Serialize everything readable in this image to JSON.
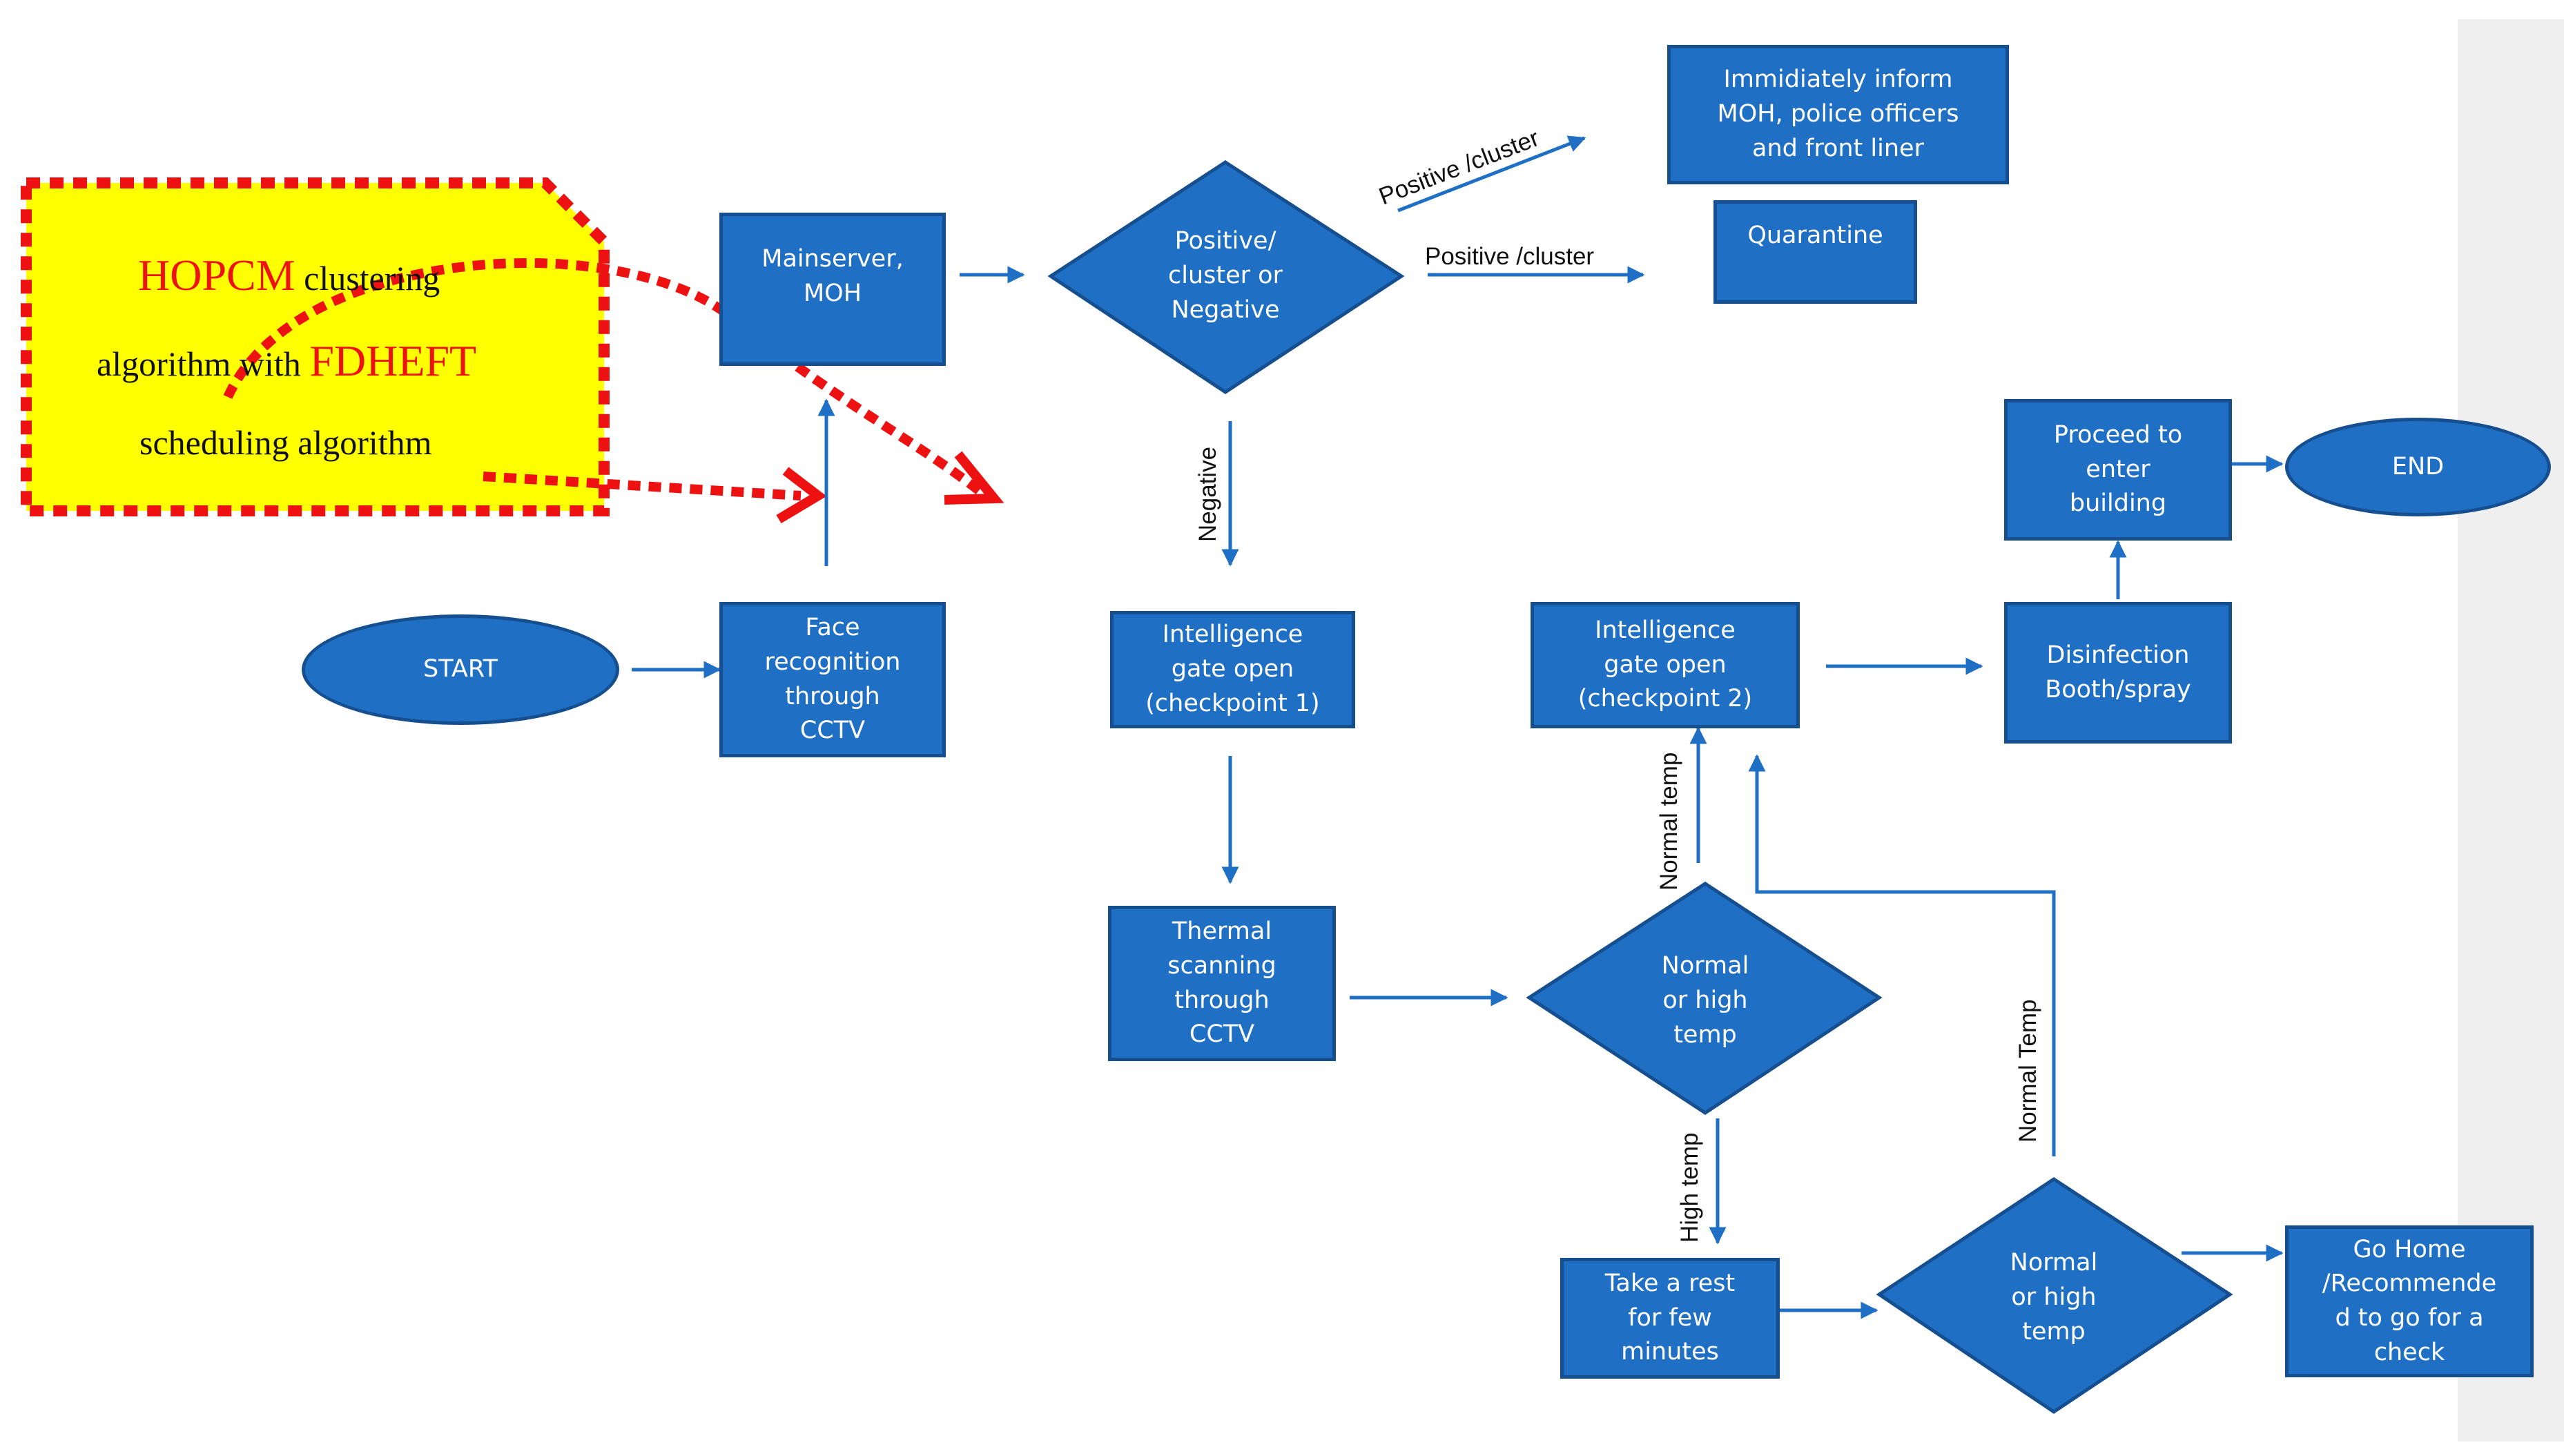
{
  "callout": {
    "line1_highlight": "HOPCM",
    "line1_rest": " clustering",
    "line2_plain": "algorithm with ",
    "line2_highlight": "FDHEFT",
    "line3": "scheduling algorithm"
  },
  "nodes": {
    "start": "START",
    "face_recognition": "Face\nrecognition\nthrough\nCCTV",
    "mainserver": "Mainserver,\nMOH",
    "decision_positive": "Positive/\ncluster or\nNegative",
    "inform": "Immidiately inform\nMOH, police officers\nand front liner",
    "quarantine": "Quarantine",
    "gate1": "Intelligence\ngate open\n(checkpoint 1)",
    "thermal": "Thermal\nscanning\nthrough\nCCTV",
    "decision_temp1": "Normal\nor high\ntemp",
    "gate2": "Intelligence\ngate open\n(checkpoint 2)",
    "disinfection": "Disinfection\nBooth/spray",
    "proceed": "Proceed to\nenter\nbuilding",
    "end": "END",
    "rest": "Take a rest\nfor few\nminutes",
    "decision_temp2": "Normal\nor high\ntemp",
    "go_home": "Go Home\n/Recommende\nd to go for a\ncheck"
  },
  "edge_labels": {
    "positive_diag": "Positive /cluster",
    "positive_horiz": "Positive /cluster",
    "negative": "Negative",
    "normal_temp_1": "Normal temp",
    "high_temp": "High temp",
    "normal_temp_2": "Normal Temp"
  },
  "colors": {
    "node_fill": "#1f6fc4",
    "node_border": "#164f8f",
    "arrow": "#1f6fc4",
    "callout_fill": "#ffff00",
    "callout_dash": "#ee1111",
    "highlight_text": "#ee1111"
  }
}
